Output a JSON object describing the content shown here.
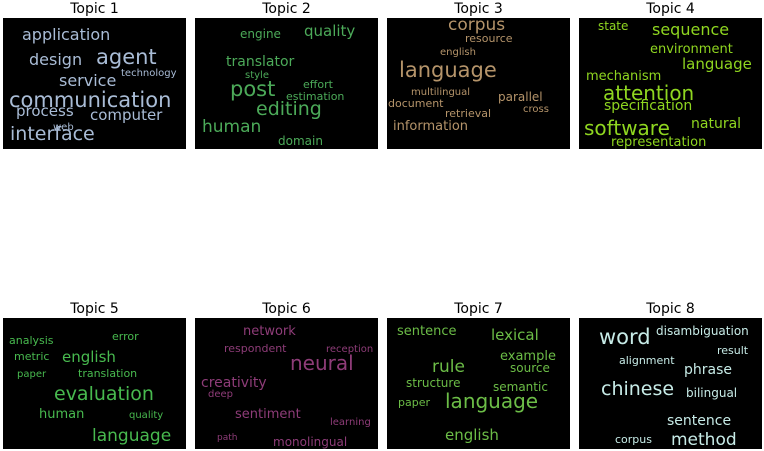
{
  "chart_data": [
    {
      "type": "wordcloud",
      "title": "Topic 1",
      "color": "#a9bcd6",
      "words": [
        {
          "text": "communication",
          "weight": 1.0
        },
        {
          "text": "agent",
          "weight": 0.85
        },
        {
          "text": "interface",
          "weight": 0.8
        },
        {
          "text": "application",
          "weight": 0.68
        },
        {
          "text": "design",
          "weight": 0.68
        },
        {
          "text": "computer",
          "weight": 0.62
        },
        {
          "text": "service",
          "weight": 0.6
        },
        {
          "text": "process",
          "weight": 0.58
        },
        {
          "text": "technology",
          "weight": 0.4
        },
        {
          "text": "web",
          "weight": 0.3
        }
      ]
    },
    {
      "type": "wordcloud",
      "title": "Topic 2",
      "color": "#4caa59",
      "words": [
        {
          "text": "post",
          "weight": 1.0
        },
        {
          "text": "editing",
          "weight": 0.95
        },
        {
          "text": "human",
          "weight": 0.75
        },
        {
          "text": "quality",
          "weight": 0.7
        },
        {
          "text": "translator",
          "weight": 0.65
        },
        {
          "text": "domain",
          "weight": 0.55
        },
        {
          "text": "engine",
          "weight": 0.5
        },
        {
          "text": "effort",
          "weight": 0.5
        },
        {
          "text": "estimation",
          "weight": 0.48
        },
        {
          "text": "style",
          "weight": 0.42
        }
      ]
    },
    {
      "type": "wordcloud",
      "title": "Topic 3",
      "color": "#b5946a",
      "words": [
        {
          "text": "language",
          "weight": 1.0
        },
        {
          "text": "corpus",
          "weight": 0.75
        },
        {
          "text": "information",
          "weight": 0.62
        },
        {
          "text": "parallel",
          "weight": 0.55
        },
        {
          "text": "resource",
          "weight": 0.52
        },
        {
          "text": "retrieval",
          "weight": 0.5
        },
        {
          "text": "document",
          "weight": 0.45
        },
        {
          "text": "multilingual",
          "weight": 0.42
        },
        {
          "text": "english",
          "weight": 0.38
        },
        {
          "text": "cross",
          "weight": 0.38
        }
      ]
    },
    {
      "type": "wordcloud",
      "title": "Topic 4",
      "color": "#8fd620",
      "words": [
        {
          "text": "attention",
          "weight": 1.0
        },
        {
          "text": "software",
          "weight": 0.98
        },
        {
          "text": "sequence",
          "weight": 0.75
        },
        {
          "text": "language",
          "weight": 0.7
        },
        {
          "text": "specification",
          "weight": 0.62
        },
        {
          "text": "natural",
          "weight": 0.62
        },
        {
          "text": "environment",
          "weight": 0.6
        },
        {
          "text": "representation",
          "weight": 0.58
        },
        {
          "text": "mechanism",
          "weight": 0.55
        },
        {
          "text": "state",
          "weight": 0.48
        }
      ]
    },
    {
      "type": "wordcloud",
      "title": "Topic 5",
      "color": "#48ba4f",
      "words": [
        {
          "text": "evaluation",
          "weight": 1.0
        },
        {
          "text": "language",
          "weight": 0.85
        },
        {
          "text": "english",
          "weight": 0.7
        },
        {
          "text": "human",
          "weight": 0.6
        },
        {
          "text": "translation",
          "weight": 0.5
        },
        {
          "text": "error",
          "weight": 0.5
        },
        {
          "text": "analysis",
          "weight": 0.48
        },
        {
          "text": "metric",
          "weight": 0.45
        },
        {
          "text": "quality",
          "weight": 0.45
        },
        {
          "text": "paper",
          "weight": 0.42
        }
      ]
    },
    {
      "type": "wordcloud",
      "title": "Topic 6",
      "color": "#8e3c78",
      "words": [
        {
          "text": "neural",
          "weight": 1.0
        },
        {
          "text": "creativity",
          "weight": 0.68
        },
        {
          "text": "network",
          "weight": 0.6
        },
        {
          "text": "sentiment",
          "weight": 0.58
        },
        {
          "text": "monolingual",
          "weight": 0.55
        },
        {
          "text": "respondent",
          "weight": 0.52
        },
        {
          "text": "reception",
          "weight": 0.42
        },
        {
          "text": "deep",
          "weight": 0.4
        },
        {
          "text": "learning",
          "weight": 0.4
        },
        {
          "text": "path",
          "weight": 0.38
        }
      ]
    },
    {
      "type": "wordcloud",
      "title": "Topic 7",
      "color": "#6cbd47",
      "words": [
        {
          "text": "language",
          "weight": 1.0
        },
        {
          "text": "rule",
          "weight": 0.85
        },
        {
          "text": "lexical",
          "weight": 0.75
        },
        {
          "text": "english",
          "weight": 0.7
        },
        {
          "text": "example",
          "weight": 0.62
        },
        {
          "text": "sentence",
          "weight": 0.58
        },
        {
          "text": "source",
          "weight": 0.58
        },
        {
          "text": "structure",
          "weight": 0.55
        },
        {
          "text": "semantic",
          "weight": 0.52
        },
        {
          "text": "paper",
          "weight": 0.5
        }
      ]
    },
    {
      "type": "wordcloud",
      "title": "Topic 8",
      "color": "#c7ebe7",
      "words": [
        {
          "text": "word",
          "weight": 1.0
        },
        {
          "text": "chinese",
          "weight": 0.95
        },
        {
          "text": "method",
          "weight": 0.85
        },
        {
          "text": "sentence",
          "weight": 0.7
        },
        {
          "text": "phrase",
          "weight": 0.65
        },
        {
          "text": "disambiguation",
          "weight": 0.55
        },
        {
          "text": "bilingual",
          "weight": 0.55
        },
        {
          "text": "alignment",
          "weight": 0.55
        },
        {
          "text": "corpus",
          "weight": 0.55
        },
        {
          "text": "result",
          "weight": 0.5
        }
      ]
    }
  ]
}
